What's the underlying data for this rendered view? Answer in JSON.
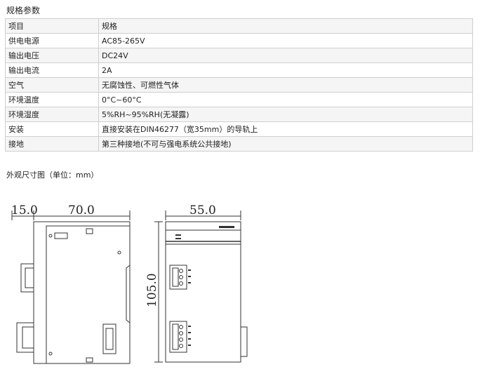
{
  "spec_section_title": "规格参数",
  "spec_table": {
    "header": {
      "item": "项目",
      "spec": "规格"
    },
    "rows": [
      {
        "item": "供电电源",
        "spec": "AC85-265V"
      },
      {
        "item": "输出电压",
        "spec": "DC24V"
      },
      {
        "item": "输出电流",
        "spec": "2A"
      },
      {
        "item": "空气",
        "spec": "无腐蚀性、可燃性气体"
      },
      {
        "item": "环境温度",
        "spec": "0°C~60°C"
      },
      {
        "item": "环境湿度",
        "spec": "5%RH~95%RH(无凝露)"
      },
      {
        "item": "安装",
        "spec": "直接安装在DIN46277（宽35mm）的导轨上"
      },
      {
        "item": "接地",
        "spec": "第三种接地(不可与强电系统公共接地)"
      }
    ]
  },
  "dimension_section_title": "外观尺寸图（单位：mm）",
  "drawing": {
    "dim_left_depth": "15.0",
    "dim_side_width": "70.0",
    "dim_front_width": "55.0",
    "dim_height": "105.0"
  }
}
